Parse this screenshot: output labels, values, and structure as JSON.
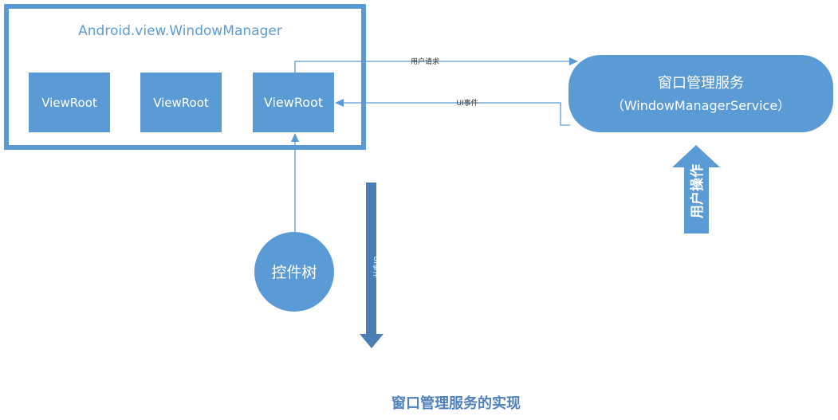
{
  "window_manager": {
    "title": "Android.view.WindowManager",
    "view_roots": [
      "ViewRoot",
      "ViewRoot",
      "ViewRoot"
    ]
  },
  "service": {
    "name": "窗口管理服务",
    "subtitle": "（WindowManagerService）"
  },
  "connections": {
    "user_request": "用户请求",
    "ui_event_to_viewroot": "UI事件",
    "ui_event_vertical": "UI事件",
    "user_operation": "用户操作"
  },
  "control_tree": {
    "label": "控件树"
  },
  "caption": "窗口管理服务的实现",
  "colors": {
    "primary": "#5b9bd5",
    "title_text": "#5b9bd5",
    "caption_text": "#4f81bd",
    "line": "#5b9bd5",
    "vertical_arrow": "#4a7fb5",
    "label_text": "#333333"
  }
}
